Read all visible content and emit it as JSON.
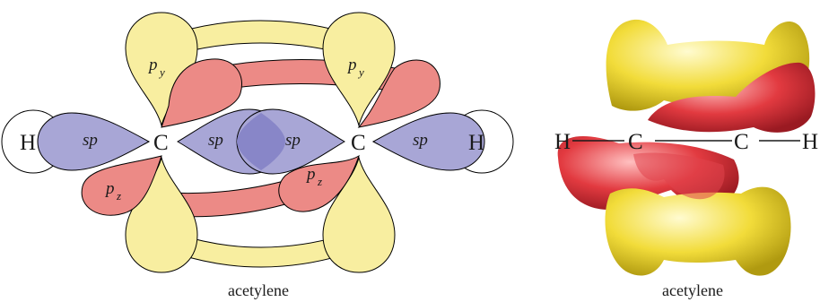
{
  "left_diagram": {
    "atoms": {
      "h_left": "H",
      "c_left": "C",
      "c_right": "C",
      "h_right": "H"
    },
    "orbitals": {
      "sp_1": "sp",
      "sp_2": "sp",
      "sp_3": "sp",
      "sp_4": "sp",
      "py_left": "p",
      "py_left_sub": "y",
      "py_right": "p",
      "py_right_sub": "y",
      "pz_left": "p",
      "pz_left_sub": "z",
      "pz_right": "p",
      "pz_right_sub": "z"
    },
    "caption": "acetylene"
  },
  "right_diagram": {
    "atoms": {
      "h_left": "H",
      "c_left": "C",
      "c_right": "C",
      "h_right": "H"
    },
    "caption": "acetylene"
  },
  "colors": {
    "p_y_lobe": "#f8eea0",
    "p_z_lobe": "#ec8a86",
    "sp_lobe": "#a8a6d6",
    "h_orbital": "#ffffff",
    "pi_bond_yellow": "#f4dc3a",
    "pi_bond_red": "#e23a40"
  }
}
